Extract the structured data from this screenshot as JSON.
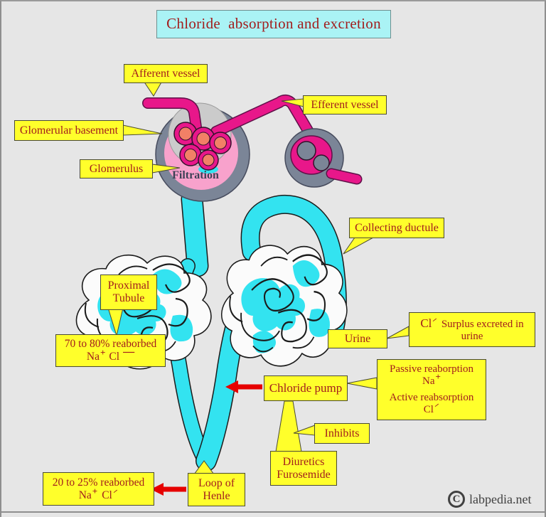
{
  "title": "Chloride  absorption and excretion",
  "labels": {
    "afferent_vessel": "Afferent vessel",
    "efferent_vessel": "Efferent vessel",
    "glomerular_basement": "Glomerular basement",
    "glomerulus": "Glomerulus",
    "filtration": "Filtration",
    "collecting_ductule": "Collecting ductule",
    "urine": "Urine",
    "chloride_pump": "Chloride pump",
    "inhibits": "Inhibits"
  },
  "proximal_tubule": {
    "line1": "Proximal",
    "line2": "Tubule"
  },
  "reabsorbed_70": {
    "line1": "70 to 80% reaborbed",
    "na": "Na",
    "na_sup": "+",
    "cl": "Cl",
    "cl_sup": "—"
  },
  "surplus": {
    "cl": "Cl",
    "cl_sup": "−",
    "line1": "Surplus excreted in",
    "line2": "urine"
  },
  "passive_active": {
    "line1": "Passive reaborption",
    "na": "Na",
    "na_sup": "+",
    "line2": "Active reabsorption",
    "cl": "Cl",
    "cl_sup": "−"
  },
  "diuretics": {
    "line1": "Diuretics",
    "line2": "Furosemide"
  },
  "loop_of_henle": {
    "line1": "Loop of",
    "line2": "Henle"
  },
  "reabsorbed_20": {
    "line1": "20 to 25% reaborbed",
    "na": "Na",
    "na_sup": "+",
    "cl": "Cl",
    "cl_sup": "−"
  },
  "credit": {
    "symbol": "C",
    "site": "labpedia.net"
  },
  "colors": {
    "tube_cyan": "#33E3F0",
    "vessel_magenta": "#E8178A",
    "capsule_gray": "#7B8597",
    "bowman_pink": "#F8A2CC",
    "capillary_core_salmon": "#F28066",
    "label_yellow": "#FFFF2B",
    "label_text_red": "#A21D1D",
    "title_bg_cyan": "#AAF3F5",
    "arrow_red": "#E60000",
    "background_gray": "#E6E6E6"
  }
}
